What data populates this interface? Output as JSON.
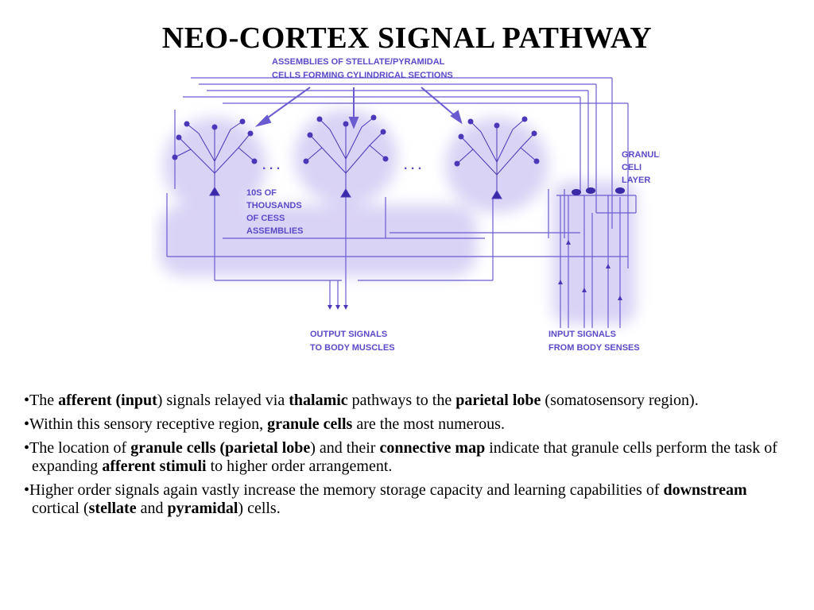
{
  "title": "NEO-CORTEX SIGNAL PATHWAY",
  "colors": {
    "diagram_ink": "#5a4ac8",
    "glow": "#cdc6f2"
  },
  "diagram": {
    "assemblies_label": [
      "ASSEMBLIES OF STELLATE/PYRAMIDAL",
      "CELLS FORMING CYLINDRICAL SECTIONS"
    ],
    "granule_label": [
      "GRANULE",
      "CELI",
      "LAYER"
    ],
    "count_label": [
      "10S OF",
      "THOUSANDS",
      "OF CESS",
      "ASSEMBLIES"
    ],
    "output_label": [
      "OUTPUT SIGNALS",
      "TO BODY MUSCLES"
    ],
    "input_label": [
      "INPUT SIGNALS",
      "FROM BODY SENSES"
    ],
    "ellipsis": ". . ."
  },
  "bullets": [
    [
      {
        "t": "•The ",
        "b": false
      },
      {
        "t": "afferent (input",
        "b": true
      },
      {
        "t": ") signals relayed via ",
        "b": false
      },
      {
        "t": "thalamic",
        "b": true
      },
      {
        "t": " pathways to the ",
        "b": false
      },
      {
        "t": "parietal lobe",
        "b": true
      },
      {
        "t": " (somatosensory region).",
        "b": false
      }
    ],
    [
      {
        "t": "•Within this sensory receptive region, ",
        "b": false
      },
      {
        "t": "granule cells",
        "b": true
      },
      {
        "t": " are the most numerous.",
        "b": false
      }
    ],
    [
      {
        "t": "•The location of ",
        "b": false
      },
      {
        "t": "granule cells (parietal lobe",
        "b": true
      },
      {
        "t": ") and their ",
        "b": false
      },
      {
        "t": "connective map",
        "b": true
      },
      {
        "t": " indicate that granule cells perform the task of expanding ",
        "b": false
      },
      {
        "t": "afferent stimuli",
        "b": true
      },
      {
        "t": " to higher order arrangement.",
        "b": false
      }
    ],
    [
      {
        "t": "•Higher order signals again vastly increase the memory storage capacity and learning capabilities of ",
        "b": false
      },
      {
        "t": "downstream",
        "b": true
      },
      {
        "t": " cortical (",
        "b": false
      },
      {
        "t": "stellate",
        "b": true
      },
      {
        "t": " and ",
        "b": false
      },
      {
        "t": "pyramidal",
        "b": true
      },
      {
        "t": ") cells.",
        "b": false
      }
    ]
  ]
}
